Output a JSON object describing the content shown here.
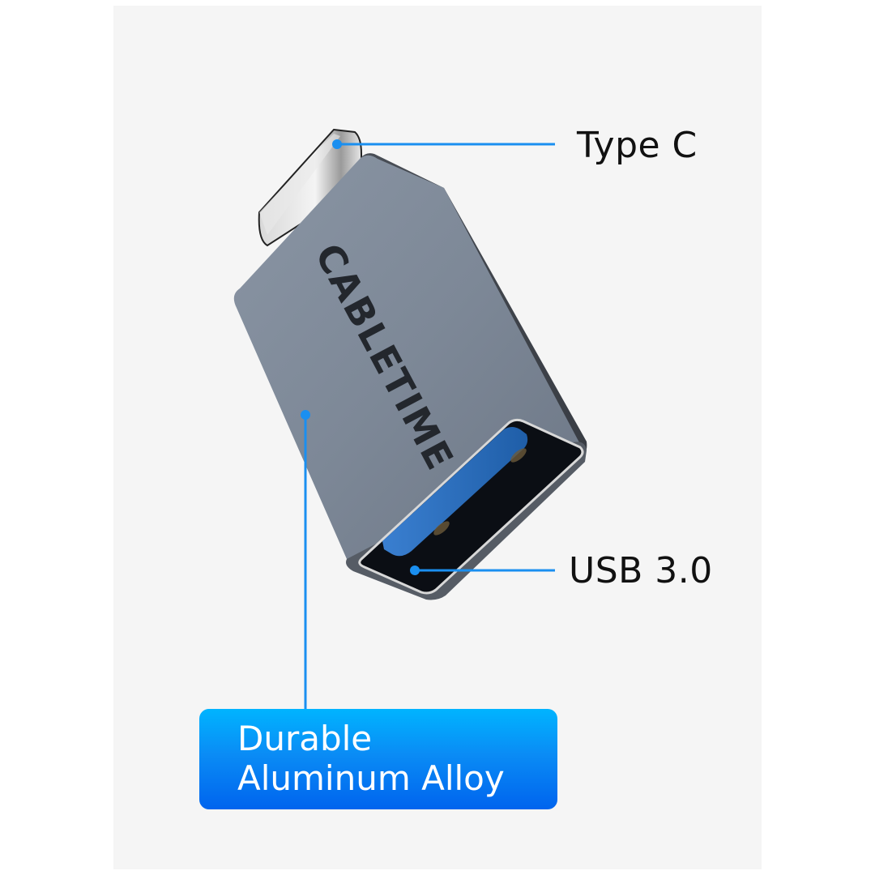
{
  "product": {
    "brand_engraving": "CABLETIME",
    "body_color": "#7f8a99",
    "port_insert_color": "#2d6fbf"
  },
  "callouts": {
    "type_c": {
      "label": "Type C"
    },
    "usb": {
      "label": "USB 3.0"
    },
    "material": {
      "line1": "Durable",
      "line2": "Aluminum Alloy"
    }
  },
  "colors": {
    "accent": "#1a8ff0",
    "panel_background": "#f5f5f5",
    "label_text": "#111111",
    "box_gradient_top": "#00b4ff",
    "box_gradient_bottom": "#0064ee"
  }
}
